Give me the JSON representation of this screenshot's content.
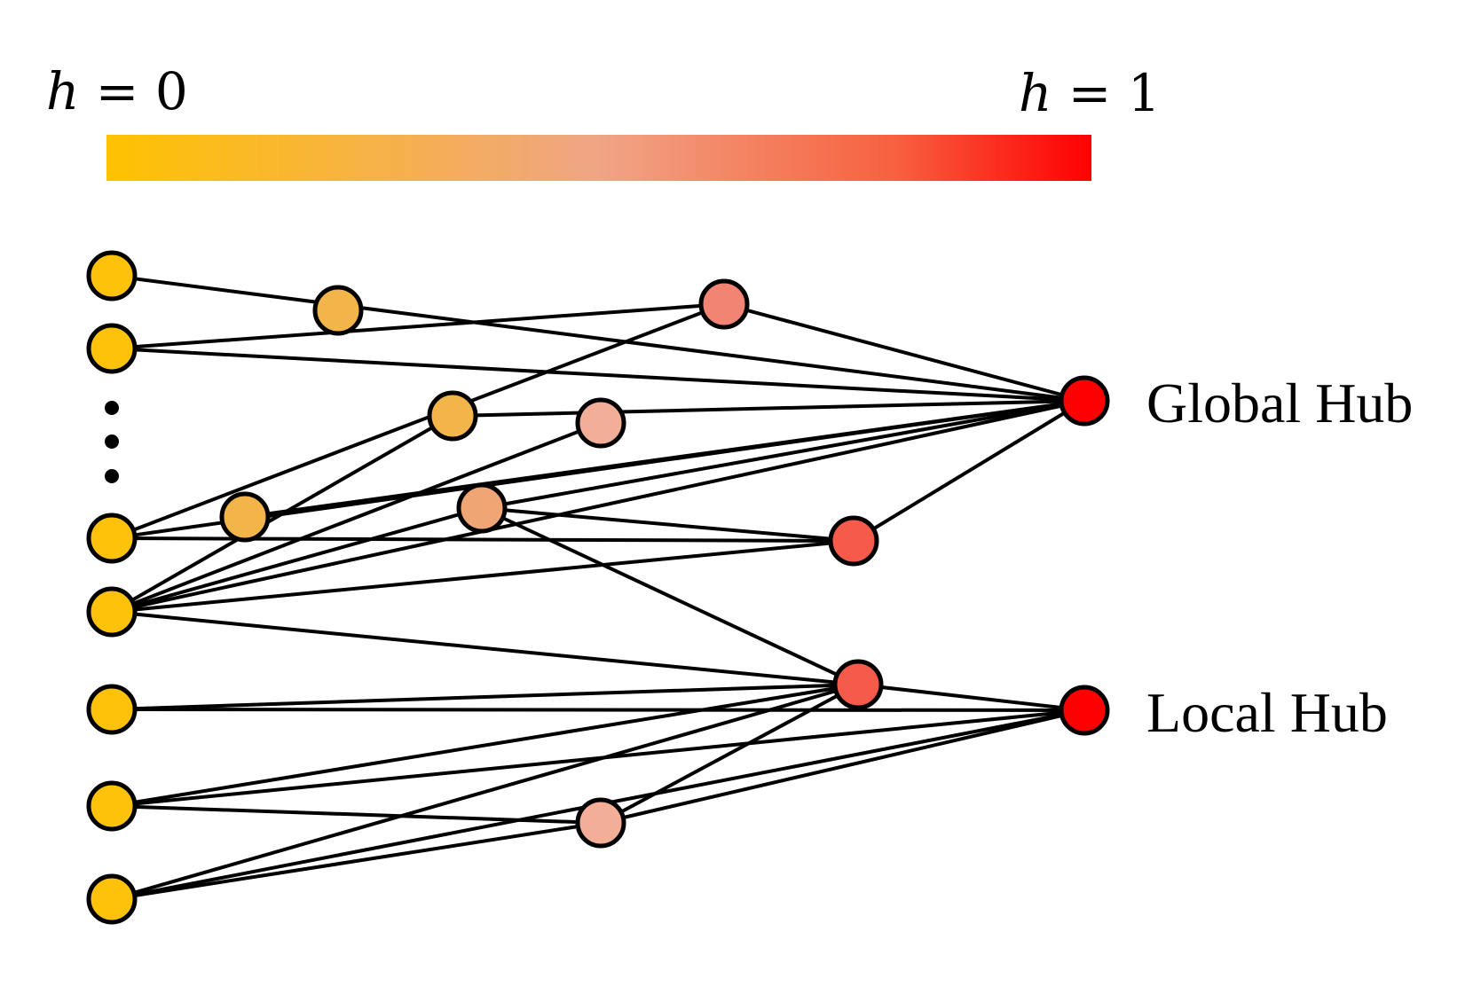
{
  "scale": {
    "left_label": {
      "var": "h",
      "rest": " = 0"
    },
    "right_label": {
      "var": "h",
      "rest": " = 1"
    },
    "gradient_colors": [
      "#FFC200",
      "#F5B04E",
      "#F0A585",
      "#F7613F",
      "#FF0000"
    ]
  },
  "hubs": {
    "global": "Global Hub",
    "local": "Local Hub"
  },
  "node_colors": {
    "h0": "#FFC20A",
    "low": "#F3B44A",
    "mid": "#F0A575",
    "mid_high": "#F2AE96",
    "high": "#F18472",
    "very_high": "#F55A4A",
    "hub": "#FF0000"
  }
}
